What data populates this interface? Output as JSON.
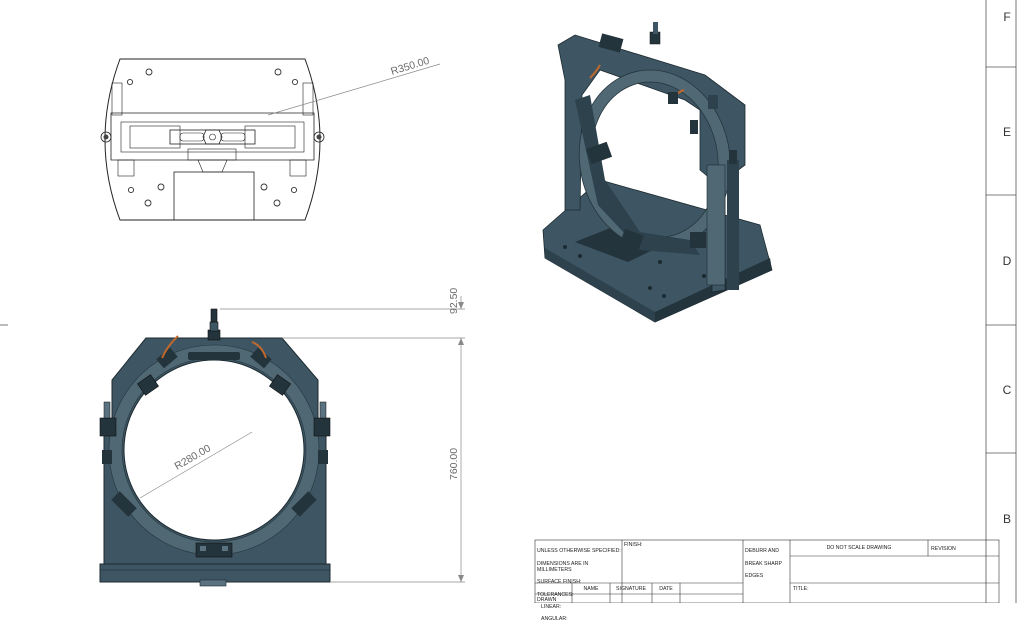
{
  "zones": [
    "F",
    "E",
    "D",
    "C",
    "B"
  ],
  "dimensions": {
    "top_view_radius": "R350.00",
    "front_view_radius": "R280.00",
    "clamp_height": "92.50",
    "overall_height": "760.00"
  },
  "title_block": {
    "general_notes": [
      "UNLESS OTHERWISE SPECIFIED:",
      "DIMENSIONS ARE IN MILLIMETERS",
      "SURFACE FINISH:",
      "TOLERANCES:",
      "   LINEAR:",
      "   ANGULAR:"
    ],
    "finish_label": "FINISH:",
    "deburr_note": [
      "DEBURR AND",
      "BREAK SHARP",
      "EDGES"
    ],
    "do_not_scale": "DO NOT SCALE DRAWING",
    "revision_label": "REVISION",
    "col_name": "NAME",
    "col_signature": "SIGNATURE",
    "col_date": "DATE",
    "title_label": "TITLE:",
    "drawn_label": "DRAWN"
  },
  "colors": {
    "part_fill": "#3e5663",
    "part_dark": "#24343c",
    "part_light": "#5b7380",
    "accent_orange": "#c0682c",
    "line": "#222222",
    "dim_line": "#8a8a8a"
  }
}
